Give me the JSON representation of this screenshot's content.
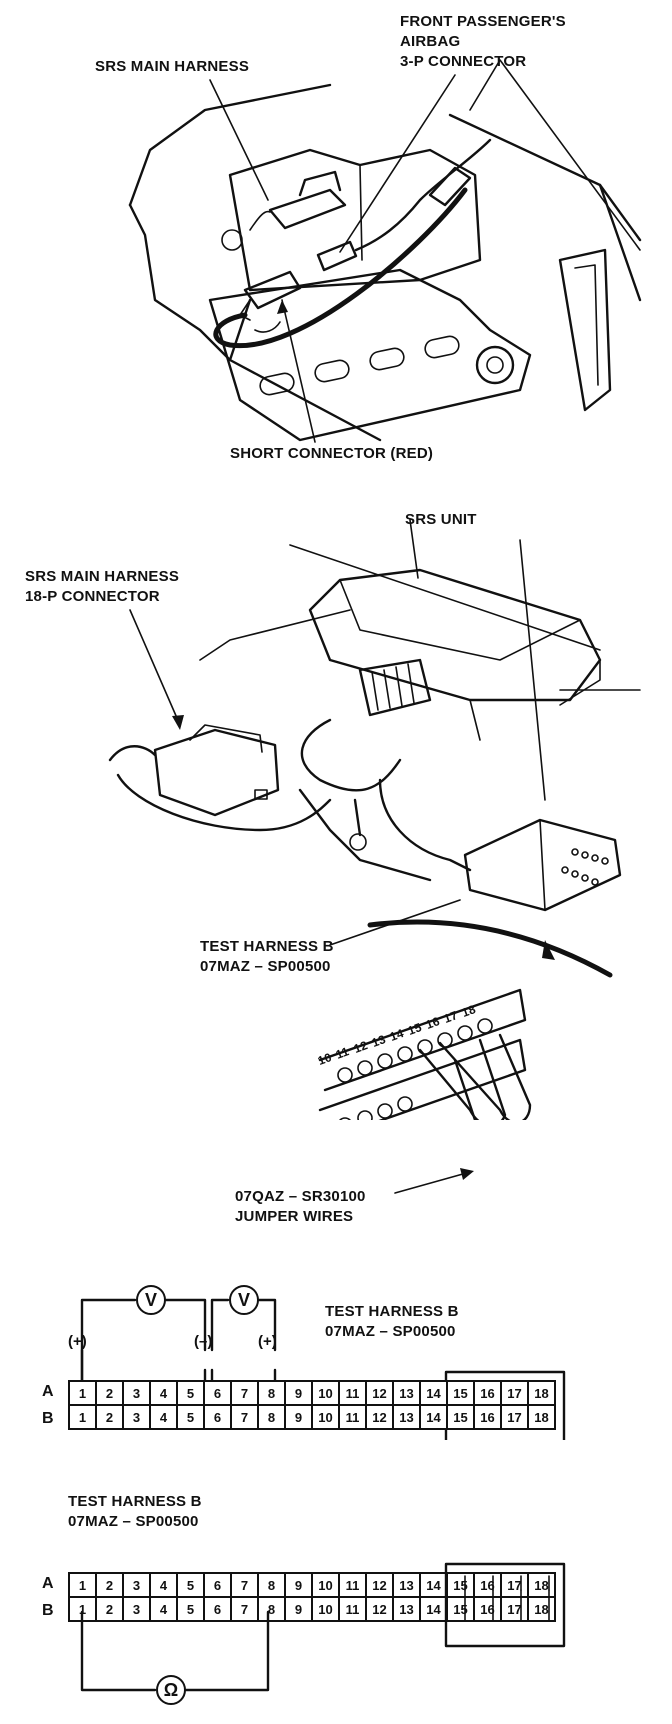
{
  "top_figure": {
    "label_srs_main_harness": "SRS MAIN HARNESS",
    "label_airbag_connector": [
      "FRONT PASSENGER'S",
      "AIRBAG",
      "3-P CONNECTOR"
    ],
    "label_short_connector": "SHORT CONNECTOR (RED)"
  },
  "middle_figure": {
    "label_srs_unit": "SRS UNIT",
    "label_main_harness_18p": [
      "SRS MAIN HARNESS",
      "18-P CONNECTOR"
    ],
    "label_test_harness": [
      "TEST HARNESS B",
      "07MAZ – SP00500"
    ],
    "label_jumper_wires": [
      "07QAZ – SR30100",
      "JUMPER WIRES"
    ],
    "pin_numbers_detail": [
      "10",
      "11",
      "12",
      "13",
      "14",
      "15",
      "16",
      "17",
      "18"
    ]
  },
  "connector_diagram_1": {
    "title": [
      "TEST HARNESS B",
      "07MAZ – SP00500"
    ],
    "row_a_label": "A",
    "row_b_label": "B",
    "pins": [
      "1",
      "2",
      "3",
      "4",
      "5",
      "6",
      "7",
      "8",
      "9",
      "10",
      "11",
      "12",
      "13",
      "14",
      "15",
      "16",
      "17",
      "18"
    ],
    "meter_symbol": "V",
    "polarity_positive": "(+)",
    "polarity_negative": "(–)"
  },
  "connector_diagram_2": {
    "title": [
      "TEST HARNESS B",
      "07MAZ – SP00500"
    ],
    "row_a_label": "A",
    "row_b_label": "B",
    "pins": [
      "1",
      "2",
      "3",
      "4",
      "5",
      "6",
      "7",
      "8",
      "9",
      "10",
      "11",
      "12",
      "13",
      "14",
      "15",
      "16",
      "17",
      "18"
    ],
    "meter_symbol": "Ω"
  }
}
